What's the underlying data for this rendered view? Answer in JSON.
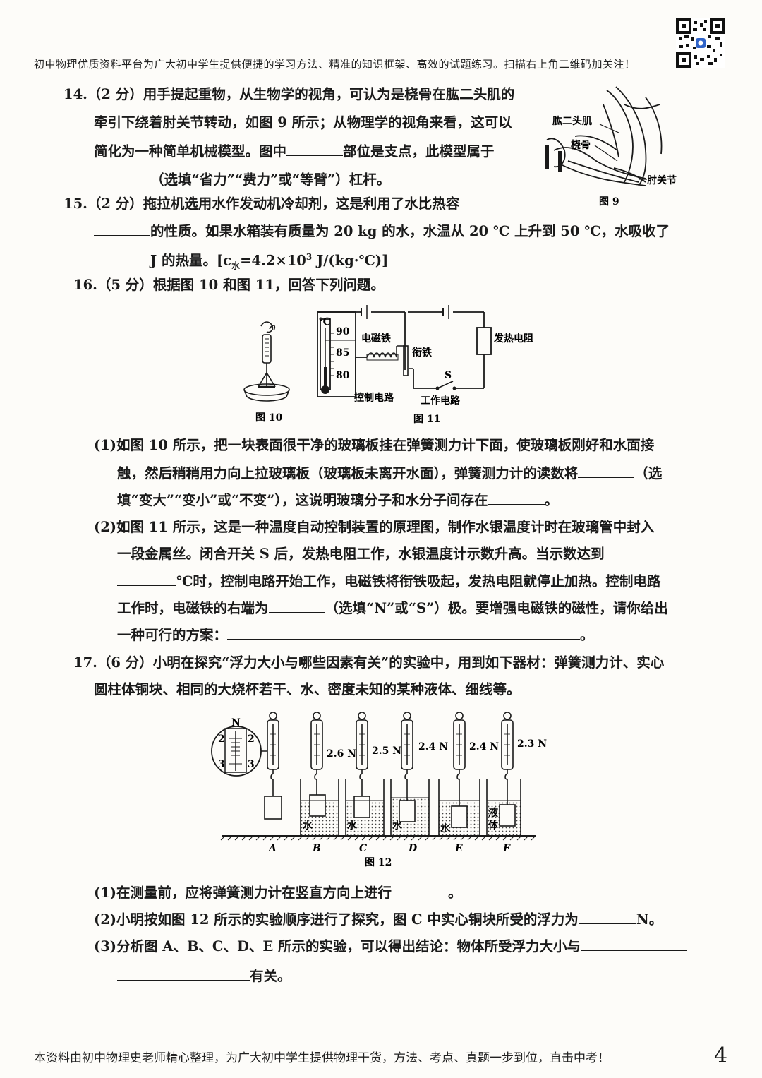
{
  "header": {
    "banner": "初中物理优质资料平台为广大初中学生提供便捷的学习方法、精准的知识框架、高效的试题练习。扫描右上角二维码加关注！"
  },
  "q14": {
    "l1": "14.（2 分）用手提起重物，从生物学的视角，可认为是桡骨在肱二头肌的",
    "l2": "牵引下绕着肘关节转动，如图 9 所示；从物理学的视角来看，这可以",
    "l3a": "简化为一种简单机械模型。图中",
    "l3b": "部位是支点，此模型属于",
    "l4": "（选填“省力”“费力”或“等臂”）杠杆。",
    "fig": {
      "label_biceps": "肱二头肌",
      "label_radius": "桡骨",
      "label_elbow": "肘关节",
      "caption": "图 9"
    }
  },
  "q15": {
    "l1": "15.（2 分）拖拉机选用水作发动机冷却剂，这是利用了水比热容",
    "l2": "的性质。如果水箱装有质量为 20 kg 的水，水温从 20 ℃ 上升到 50 ℃，水吸收了",
    "l3a": "J 的热量。[c",
    "l3sub": "水",
    "l3b": "=4.2×10",
    "l3sup": "3",
    "l3c": " J/(kg·℃)]"
  },
  "q16": {
    "intro": "16.（5 分）根据图 10 和图 11，回答下列问题。",
    "fig10_caption": "图 10",
    "fig11": {
      "unit": "℃",
      "t90": "90",
      "t85": "85",
      "t80": "80",
      "electromagnet": "电磁铁",
      "armature": "衔铁",
      "heater": "发热电阻",
      "switch": "S",
      "control": "控制电路",
      "work": "工作电路",
      "caption": "图 11"
    },
    "p1_l1": "(1)如图 10 所示，把一块表面很干净的玻璃板挂在弹簧测力计下面，使玻璃板刚好和水面接",
    "p1_l2a": "触，然后稍稍用力向上拉玻璃板（玻璃板未离开水面），弹簧测力计的读数将",
    "p1_l2b": "（选",
    "p1_l3a": "填“变大”“变小”或“不变”），这说明玻璃分子和水分子间存在",
    "p1_l3b": "。",
    "p2_l1": "(2)如图 11 所示，这是一种温度自动控制装置的原理图，制作水银温度计时在玻璃管中封入",
    "p2_l2": "一段金属丝。闭合开关 S 后，发热电阻工作，水银温度计示数升高。当示数达到",
    "p2_l3b": "℃时，控制电路开始工作，电磁铁将衔铁吸起，发热电阻就停止加热。控制电路",
    "p2_l4a": "工作时，电磁铁的右端为",
    "p2_l4b": "（选填“N”或“S”）极。要增强电磁铁的磁性，请你给出",
    "p2_l5a": "一种可行的方案：",
    "p2_l5b": "。"
  },
  "q17": {
    "l1": "17.（6 分）小明在探究“浮力大小与哪些因素有关”的实验中，用到如下器材：弹簧测力计、实心",
    "l2": "圆柱体铜块、相同的大烧杯若干、水、密度未知的某种液体、细线等。",
    "fig12": {
      "unit": "N",
      "s2": "2",
      "s3": "3",
      "readings": [
        "2.6 N",
        "2.5 N",
        "2.4 N",
        "2.4 N",
        "2.3 N"
      ],
      "labels": [
        "A",
        "B",
        "C",
        "D",
        "E",
        "F"
      ],
      "water": "水",
      "liquid1": "液",
      "liquid2": "体",
      "caption": "图 12"
    },
    "p1a": "(1)在测量前，应将弹簧测力计在竖直方向上进行",
    "p1b": "。",
    "p2a": "(2)小明按如图 12 所示的实验顺序进行了探究，图 C 中实心铜块所受的浮力为",
    "p2b": "N。",
    "p3a": "(3)分析图 A、B、C、D、E 所示的实验，可以得出结论：物体所受浮力大小与",
    "p4b": "有关。"
  },
  "footer": {
    "text": "本资料由初中物理史老师精心整理，为广大初中学生提供物理干货，方法、考点、真题一步到位，直击中考！",
    "page": "4"
  },
  "colors": {
    "ink": "#1a1a1a",
    "paper": "#fdfcf9",
    "water_dots": "#444444"
  }
}
